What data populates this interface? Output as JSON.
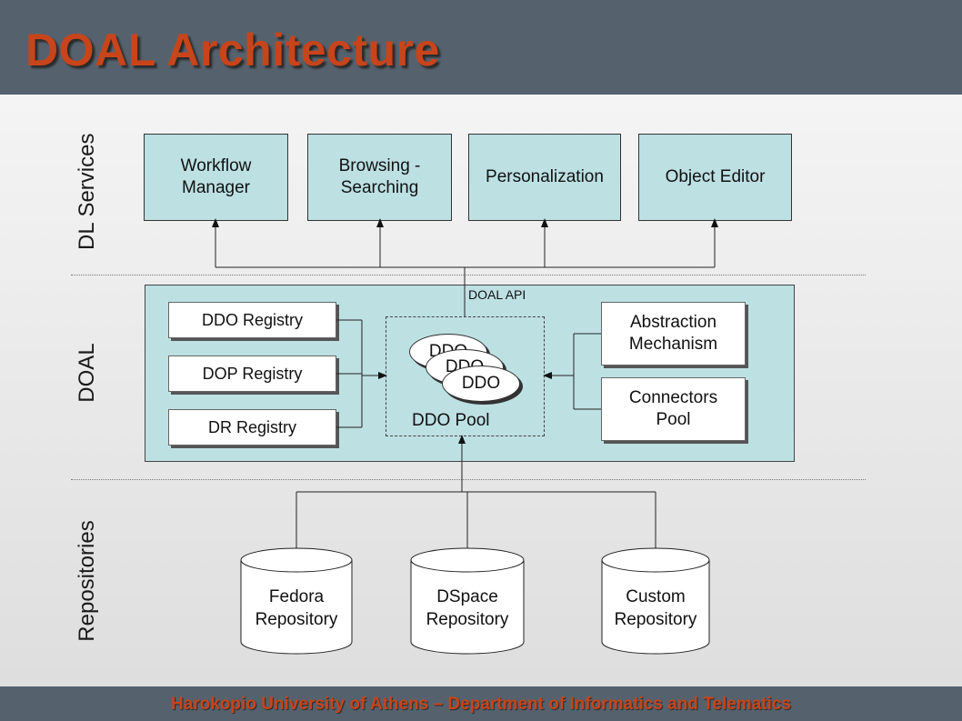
{
  "title": "DOAL Architecture",
  "footer": "Harokopio University of Athens – Department of Informatics and Telematics",
  "layers": {
    "dl_services": "DL Services",
    "doal": "DOAL",
    "repositories": "Repositories"
  },
  "services": [
    {
      "label": "Workflow\nManager"
    },
    {
      "label": "Browsing -\nSearching"
    },
    {
      "label": "Personalization"
    },
    {
      "label": "Object Editor"
    }
  ],
  "doal_api": "DOAL API",
  "registries": [
    {
      "label": "DDO Registry"
    },
    {
      "label": "DOP Registry"
    },
    {
      "label": "DR Registry"
    }
  ],
  "ddo_pool": {
    "label": "DDO Pool",
    "objects": [
      "DDO",
      "DDO",
      "DDO"
    ]
  },
  "mechanisms": [
    {
      "label": "Abstraction\nMechanism"
    },
    {
      "label": "Connectors\nPool"
    }
  ],
  "repositories": [
    {
      "label": "Fedora\nRepository"
    },
    {
      "label": "DSpace\nRepository"
    },
    {
      "label": "Custom\nRepository"
    }
  ],
  "colors": {
    "header_bg": "#55626e",
    "title": "#c8441a",
    "box_fill": "#bde0e3"
  }
}
